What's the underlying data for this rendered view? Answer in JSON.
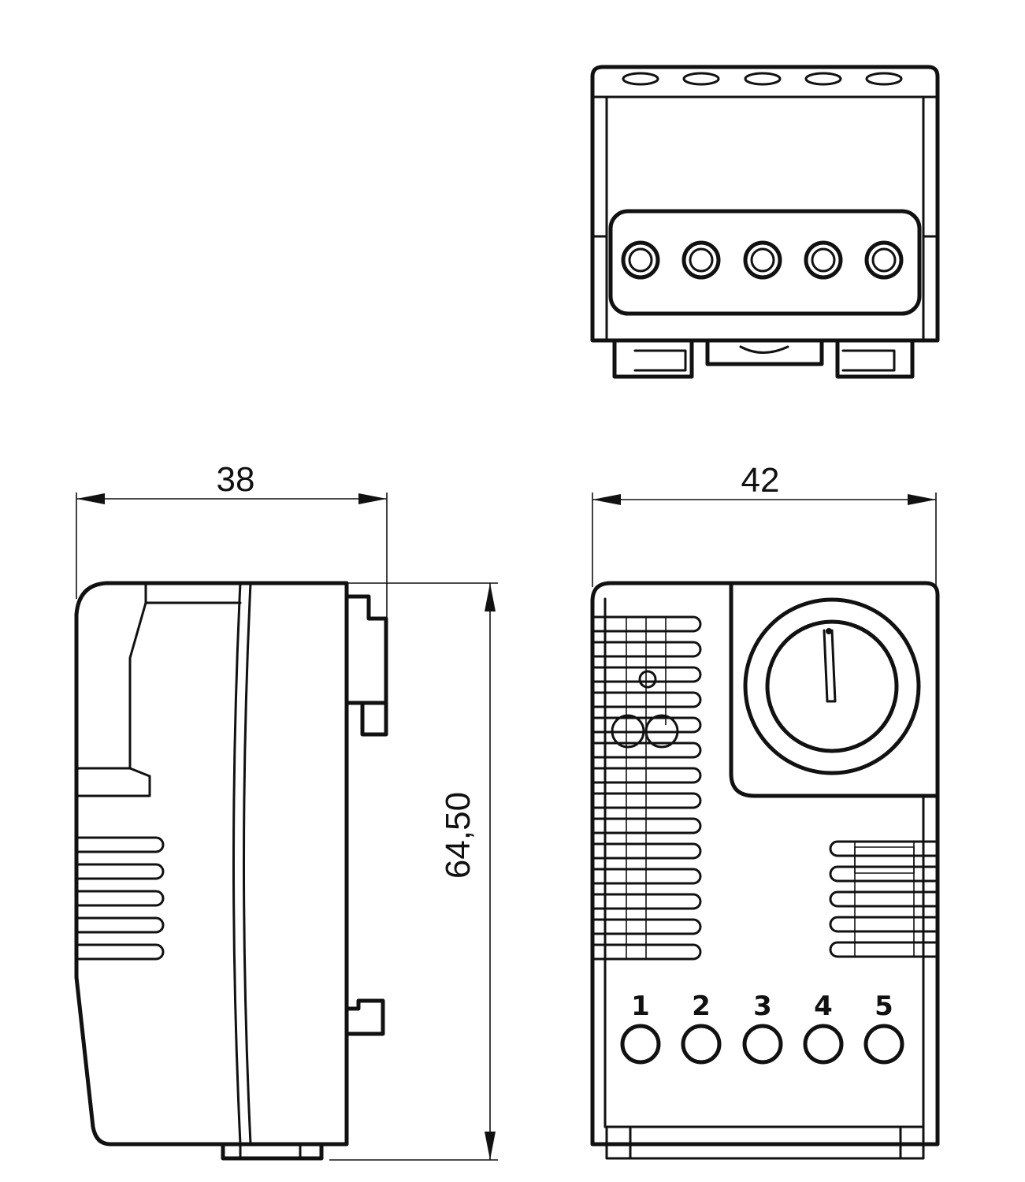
{
  "dimensions": {
    "depth": "38",
    "width": "42",
    "height": "64,50"
  },
  "terminals": [
    "1",
    "2",
    "3",
    "4",
    "5"
  ]
}
